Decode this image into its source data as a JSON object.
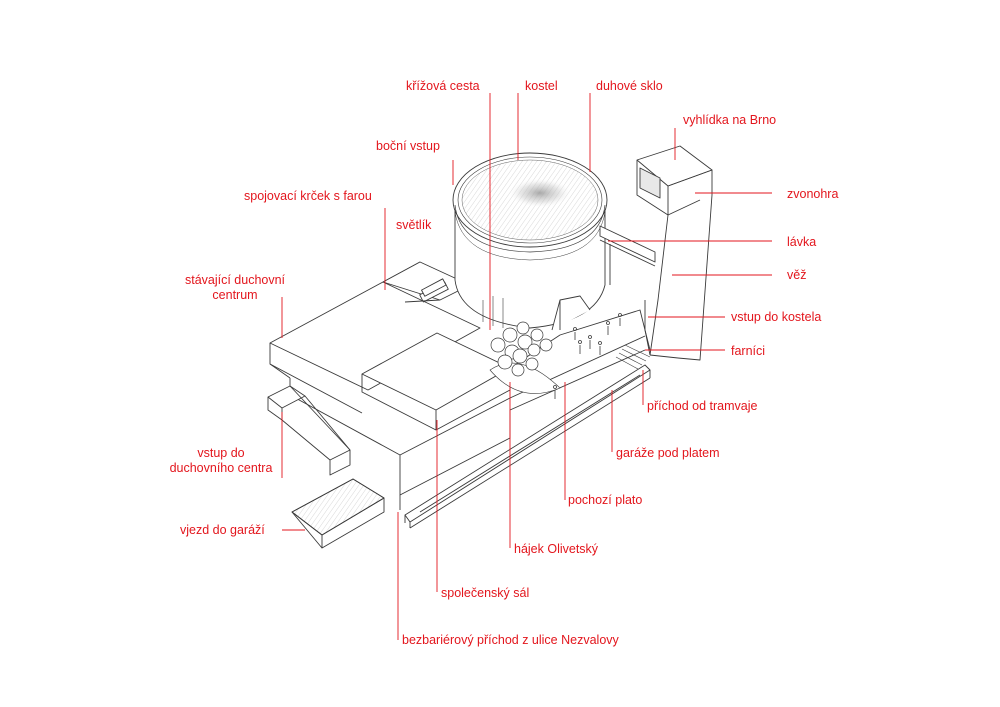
{
  "labels": {
    "krizova_cesta": "křížová cesta",
    "kostel": "kostel",
    "duhove_sklo": "duhové sklo",
    "vyhlidka": "vyhlídka na Brno",
    "bocni_vstup": "boční vstup",
    "zvonohra": "zvonohra",
    "spojovaci_krcek": "spojovací krček s farou",
    "svetlik": "světlík",
    "lavka": "lávka",
    "stavajici_1": "stávající duchovní",
    "stavajici_2": "centrum",
    "vez": "věž",
    "vstup_kostela": "vstup do kostela",
    "farnici": "farníci",
    "prichod_tramvaje": "příchod od tramvaje",
    "vstup_centra_1": "vstup do",
    "vstup_centra_2": "duchovního centra",
    "garaze": "garáže pod platem",
    "pochozi_plato": "pochozí plato",
    "vjezd_garazi": "vjezd do garáží",
    "hajek": "hájek Olivetský",
    "spolecensky_sal": "společenský sál",
    "bezbarierovy": "bezbariérový příchod z ulice Nezvalovy"
  },
  "colors": {
    "label": "#e3161d",
    "leader": "#e3161d",
    "line": "#3a3a3a"
  }
}
